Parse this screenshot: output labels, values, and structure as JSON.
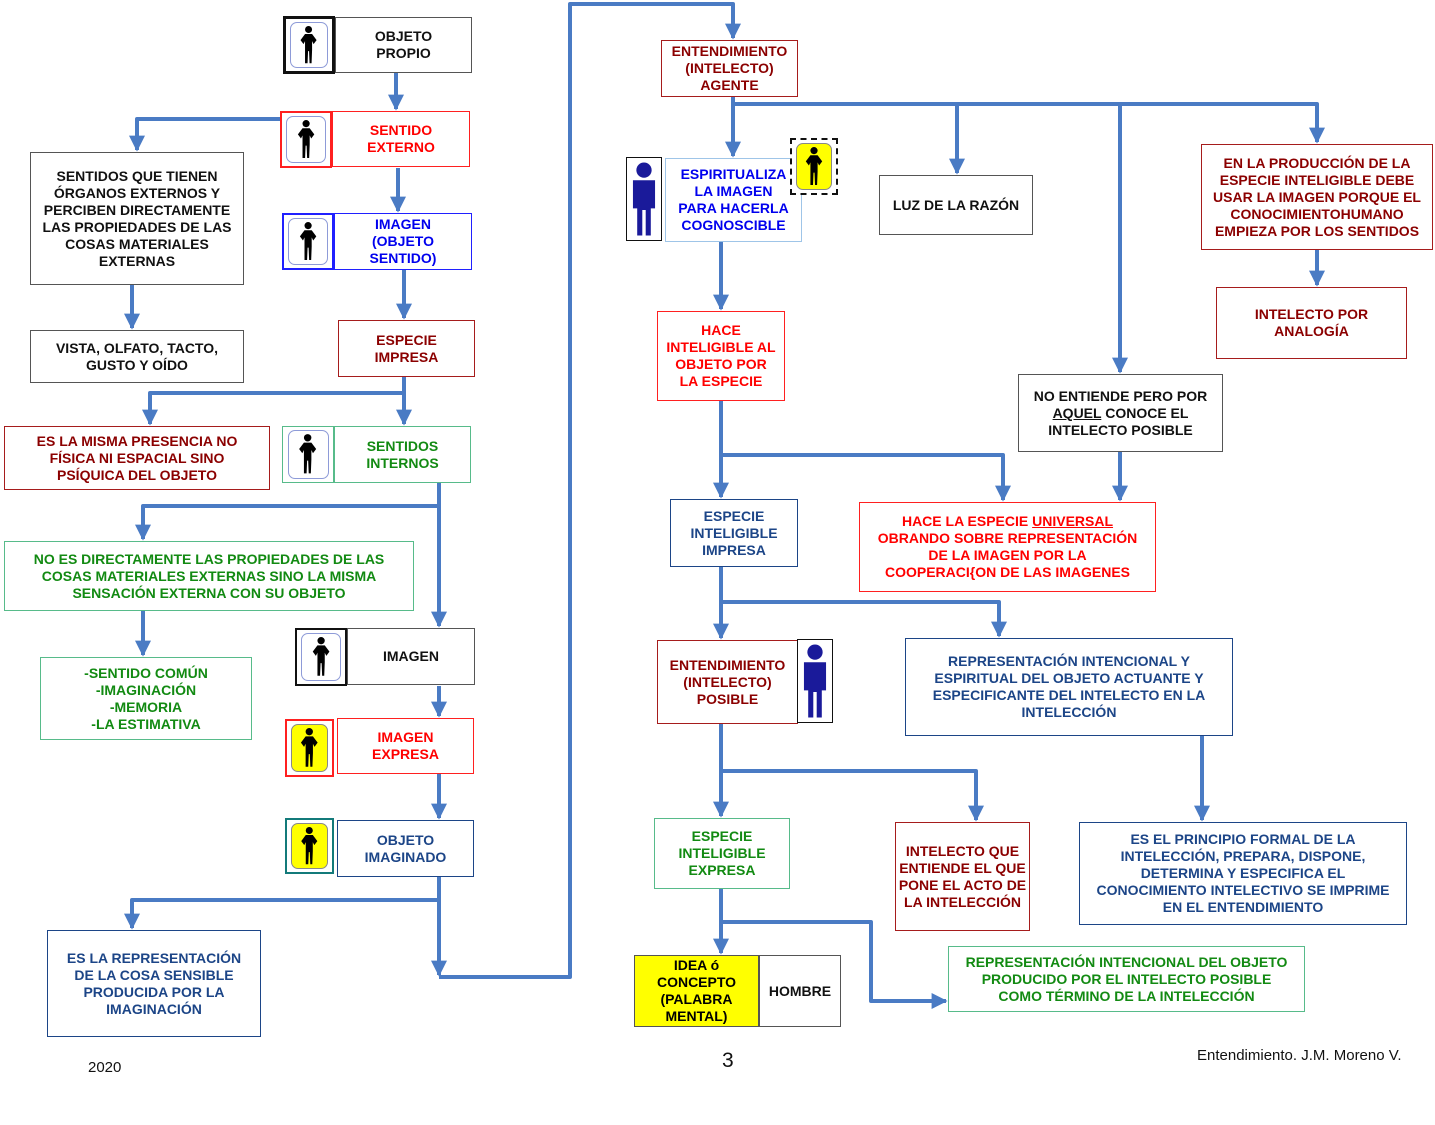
{
  "left": {
    "objeto_propio": "OBJETO\nPROPIO",
    "sentido_externo": "SENTIDO\nEXTERNO",
    "imagen_objeto_sentido": "IMAGEN\n(OBJETO\nSENTIDO)",
    "especie_impresa": "ESPECIE\nIMPRESA",
    "sentidos_internos": "SENTIDOS\nINTERNOS",
    "sentidos_organos": "SENTIDOS QUE TIENEN\nÓRGANOS EXTERNOS Y\nPERCIBEN DIRECTAMENTE\nLAS PROPIEDADES DE LAS\nCOSAS MATERIALES\nEXTERNAS",
    "vista": "VISTA, OLFATO, TACTO,\nGUSTO Y OÍDO",
    "misma_presencia": "ES LA MISMA PRESENCIA NO\nFÍSICA NI ESPACIAL SINO\nPSÍQUICA DEL OBJETO",
    "no_directamente": "NO ES DIRECTAMENTE LAS PROPIEDADES DE LAS\nCOSAS MATERIALES EXTERNAS SINO LA MISMA\nSENSACIÓN EXTERNA CON SU OBJETO",
    "sentido_comun": "-SENTIDO COMÚN\n-IMAGINACIÓN\n-MEMORIA\n-LA ESTIMATIVA",
    "imagen": "IMAGEN",
    "imagen_expresa": "IMAGEN\nEXPRESA",
    "objeto_imaginado": "OBJETO\nIMAGINADO",
    "representacion_sensible": "ES LA REPRESENTACIÓN\nDE LA COSA SENSIBLE\nPRODUCIDA POR LA\nIMAGINACIÓN"
  },
  "right": {
    "entendimiento_agente": "ENTENDIMIENTO\n(INTELECTO)\nAGENTE",
    "espiritualiza": "ESPIRITUALIZA\nLA IMAGEN\nPARA HACERLA\nCOGNOSCIBLE",
    "luz_razon": "LUZ DE LA RAZÓN",
    "en_la_produccion": "EN LA PRODUCCIÓN DE LA\nESPECIE INTELIGIBLE DEBE\nUSAR LA IMAGEN PORQUE EL\nCONOCIMIENTOHUMANO\nEMPIEZA POR LOS SENTIDOS",
    "intelecto_analogia": "INTELECTO POR\nANALOGÍA",
    "hace_inteligible": "HACE\nINTELIGIBLE AL\nOBJETO POR\nLA ESPECIE",
    "no_entiende_1": "NO ENTIENDE PERO POR",
    "no_entiende_aquel": "AQUEL",
    "no_entiende_2": " CONOCE EL\nINTELECTO POSIBLE",
    "especie_intel_impresa": "ESPECIE\nINTELIGIBLE\nIMPRESA",
    "hace_universal_1": "HACE LA ESPECIE ",
    "hace_universal_u": "UNIVERSAL",
    "hace_universal_2": "\nOBRANDO SOBRE REPRESENTACIÓN\nDE LA IMAGEN POR LA\nCOOPERACI{ON DE LAS IMAGENES",
    "entendimiento_posible": "ENTENDIMIENTO\n(INTELECTO)\nPOSIBLE",
    "representacion_intencional": "REPRESENTACIÓN INTENCIONAL Y\nESPIRITUAL DEL OBJETO ACTUANTE Y\nESPECIFICANTE DEL INTELECTO EN LA\nINTELECCIÓN",
    "especie_intel_expresa": "ESPECIE\nINTELIGIBLE\nEXPRESA",
    "intelecto_que_entiende": "INTELECTO QUE\nENTIENDE EL QUE\nPONE EL ACTO DE\nLA INTELECCIÓN",
    "principio_formal": "ES EL PRINCIPIO FORMAL DE LA\nINTELECCIÓN, PREPARA, DISPONE,\nDETERMINA Y ESPECIFICA EL\nCONOCIMIENTO INTELECTIVO SE IMPRIME\nEN EL ENTENDIMIENTO",
    "idea_concepto": "IDEA ó\nCONCEPTO\n(PALABRA\nMENTAL)",
    "hombre": "HOMBRE",
    "representacion_objeto": "REPRESENTACIÓN INTENCIONAL DEL OBJETO\nPRODUCIDO POR EL INTELECTO POSIBLE\nCOMO TÉRMINO DE LA INTELECCIÓN"
  },
  "footer": {
    "year": "2020",
    "page": "3",
    "credit": "Entendimiento.  J.M. Moreno V."
  },
  "colors": {
    "arrow": "#4a7bc4",
    "dark_red": "#8b0000",
    "red": "#ff0000",
    "blue": "#0000ee",
    "green": "#128a12",
    "navy": "#1c4587",
    "yellow": "#ffff00"
  }
}
